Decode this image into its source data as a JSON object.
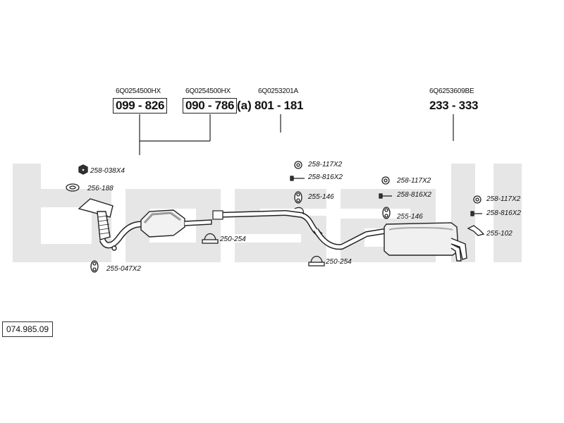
{
  "watermark": "bosal",
  "diagram_code": "074.985.09",
  "main_parts": [
    {
      "oem": "6Q0254500HX",
      "number": "099 - 826",
      "boxed": true,
      "suffix": ""
    },
    {
      "oem": "6Q0254500HX",
      "number": "090 - 786",
      "boxed": true,
      "suffix": "(a)"
    },
    {
      "oem": "6Q0253201A",
      "number": "801 - 181",
      "boxed": false,
      "suffix": ""
    },
    {
      "oem": "6Q6253609BE",
      "number": "233 - 333",
      "boxed": false,
      "suffix": ""
    }
  ],
  "fittings": [
    {
      "id": "nut",
      "label": "258-038X4",
      "icon": "nut-icon"
    },
    {
      "id": "gasket",
      "label": "256-188",
      "icon": "gasket-icon"
    },
    {
      "id": "clamp-a",
      "label": "250-254",
      "icon": "clamp-icon"
    },
    {
      "id": "rubber-a",
      "label": "255-047X2",
      "icon": "rubber-mount-icon"
    },
    {
      "id": "ring-a",
      "label": "258-117X2",
      "icon": "ring-icon"
    },
    {
      "id": "bolt-a",
      "label": "258-816X2",
      "icon": "bolt-icon"
    },
    {
      "id": "hanger-a",
      "label": "255-146",
      "icon": "hanger-icon"
    },
    {
      "id": "clamp-b",
      "label": "250-254",
      "icon": "clamp-icon"
    },
    {
      "id": "ring-b",
      "label": "258-117X2",
      "icon": "ring-icon"
    },
    {
      "id": "bolt-b",
      "label": "258-816X2",
      "icon": "bolt-icon"
    },
    {
      "id": "hanger-b",
      "label": "255-146",
      "icon": "hanger-icon"
    },
    {
      "id": "ring-c",
      "label": "258-117X2",
      "icon": "ring-icon"
    },
    {
      "id": "bolt-c",
      "label": "258-816X2",
      "icon": "bolt-icon"
    },
    {
      "id": "bracket",
      "label": "255-102",
      "icon": "bracket-icon"
    }
  ]
}
